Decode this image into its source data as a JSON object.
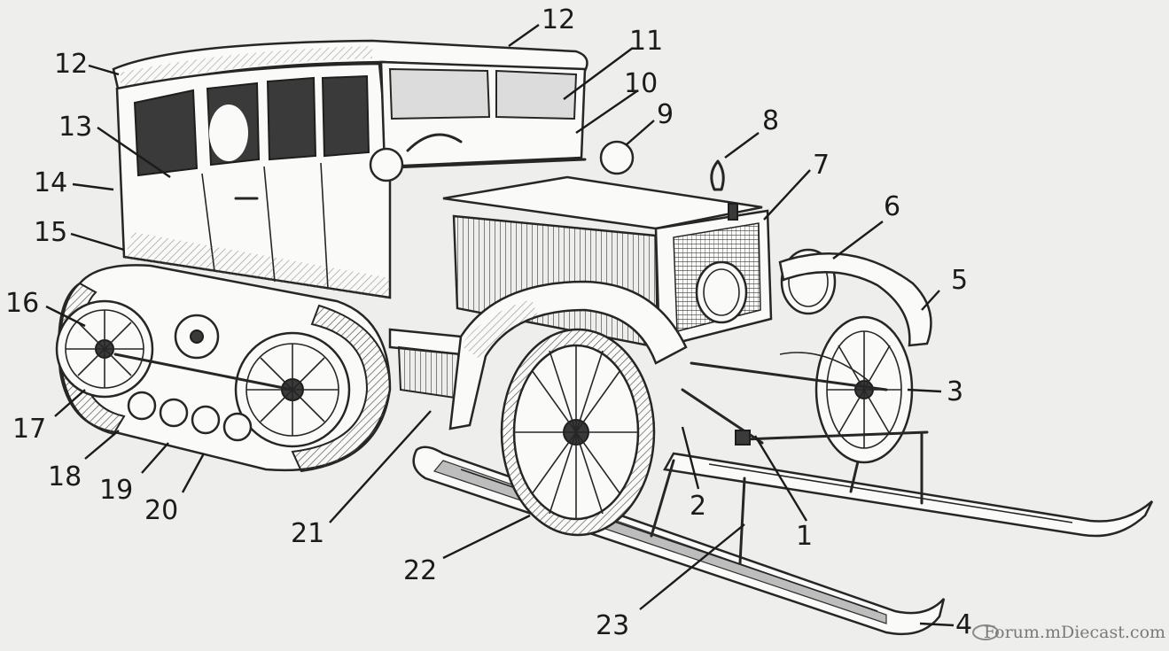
{
  "diagram": {
    "callouts": [
      {
        "label": "1"
      },
      {
        "label": "2"
      },
      {
        "label": "3"
      },
      {
        "label": "4"
      },
      {
        "label": "5"
      },
      {
        "label": "6"
      },
      {
        "label": "7"
      },
      {
        "label": "8"
      },
      {
        "label": "9"
      },
      {
        "label": "10"
      },
      {
        "label": "11"
      },
      {
        "label": "12"
      },
      {
        "label": "12"
      },
      {
        "label": "13"
      },
      {
        "label": "14"
      },
      {
        "label": "15"
      },
      {
        "label": "16"
      },
      {
        "label": "17"
      },
      {
        "label": "18"
      },
      {
        "label": "19"
      },
      {
        "label": "20"
      },
      {
        "label": "21"
      },
      {
        "label": "22"
      },
      {
        "label": "23"
      }
    ]
  },
  "watermark": {
    "text": "Forum.mDiecast.com"
  },
  "colors": {
    "ink": "#1b1b1b",
    "paper": "#eeeeec",
    "shade": "#bdbdbd"
  }
}
